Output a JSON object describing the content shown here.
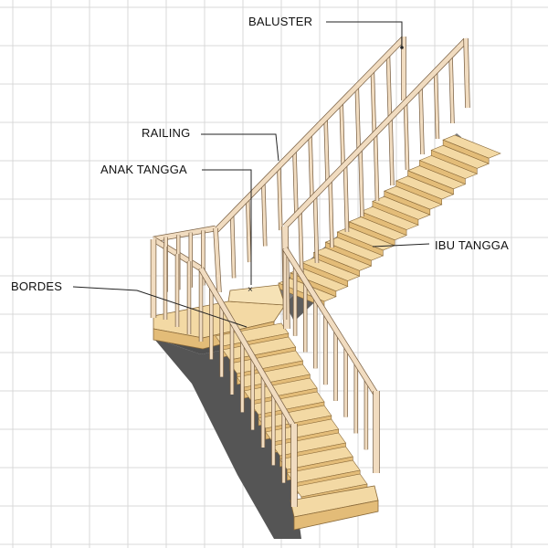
{
  "labels": {
    "baluster": "BALUSTER",
    "railing": "RAILING",
    "anak_tangga": "ANAK TANGGA",
    "ibu_tangga": "IBU TANGGA",
    "bordes": "BORDES"
  },
  "colors": {
    "grid": "#d9d9d9",
    "wood_light": "#f3d9a4",
    "wood_mid": "#e3bc78",
    "wood_dark": "#c99a56",
    "wood_edge": "#8a6a3a",
    "stringer_shadow": "#5a5a5a",
    "stringer_light": "#7a7a7a",
    "rail": "#f1dcc0",
    "rail_edge": "#7b6246",
    "leader": "#222222"
  }
}
